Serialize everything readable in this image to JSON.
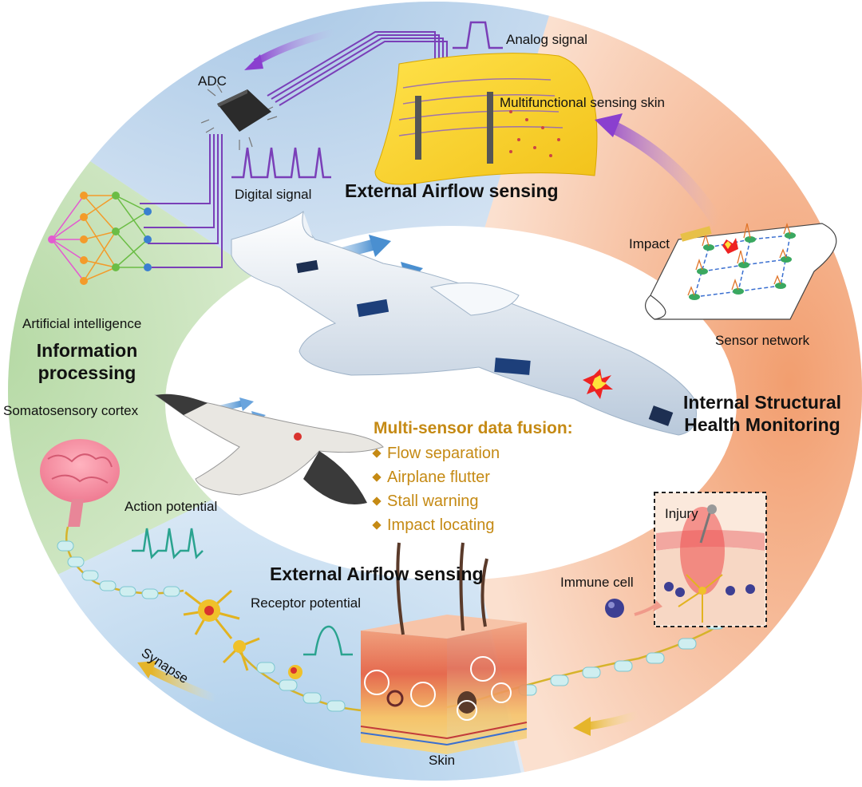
{
  "colors": {
    "top_band": "#c9dcef",
    "right_band": "#f7c8a8",
    "left_band": "#cfe6c2",
    "bottom_band": "#c8dff1",
    "center": "#ffffff",
    "fusion_text": "#c58a14",
    "wire": "#7a3fb8"
  },
  "labels": {
    "analog_signal": "Analog signal",
    "adc": "ADC",
    "multifunctional_sensing_skin": "Multifunctional sensing skin",
    "digital_signal": "Digital signal",
    "external_airflow_top": "External Airflow sensing",
    "impact": "Impact",
    "sensor_network": "Sensor network",
    "artificial_intelligence": "Artificial intelligence",
    "information_processing": "Information processing",
    "somatosensory_cortex": "Somatosensory cortex",
    "internal_structural": "Internal Structural Health Monitoring",
    "action_potential": "Action potential",
    "injury": "Injury",
    "immune_cell": "Immune cell",
    "external_airflow_bottom": "External Airflow sensing",
    "receptor_potential": "Receptor potential",
    "synapse": "Synapse",
    "skin": "Skin"
  },
  "fusion": {
    "title": "Multi-sensor data fusion:",
    "items": [
      "Flow separation",
      "Airplane flutter",
      "Stall warning",
      "Impact locating"
    ]
  },
  "icons": [
    "adc-chip-icon",
    "neural-network-icon",
    "brain-icon",
    "airplane-icon",
    "bird-icon",
    "sensing-skin-icon",
    "sensor-network-icon",
    "skin-cross-section-icon",
    "neuron-icon",
    "immune-cell-icon",
    "injury-inset-icon",
    "explosion-icon"
  ]
}
